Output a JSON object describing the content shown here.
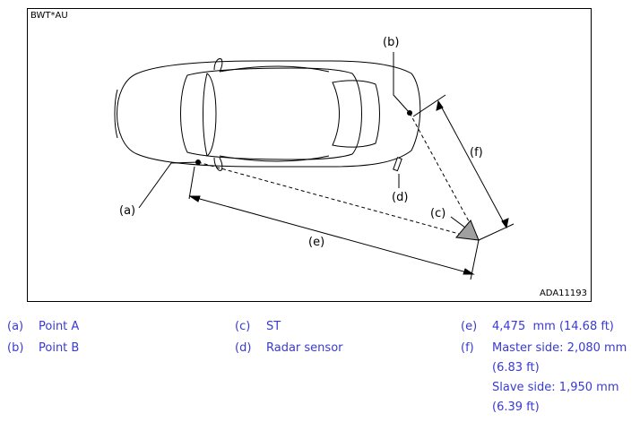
{
  "figure": {
    "code": "BWT*AU",
    "ref": "ADA11193",
    "labels": {
      "a": "(a)",
      "b": "(b)",
      "c": "(c)",
      "d": "(d)",
      "e": "(e)",
      "f": "(f)"
    }
  },
  "legend": [
    {
      "key": "(a)",
      "text": "Point A"
    },
    {
      "key": "(b)",
      "text": "Point B"
    },
    {
      "key": "(c)",
      "text": "ST"
    },
    {
      "key": "(d)",
      "text": "Radar sensor"
    },
    {
      "key": "(e)",
      "text": "4,475  mm (14.68 ft)"
    },
    {
      "key": "(f)",
      "lines": [
        "Master side: 2,080 mm",
        "(6.83 ft)",
        "Slave side: 1,950 mm",
        "(6.39 ft)"
      ]
    }
  ]
}
